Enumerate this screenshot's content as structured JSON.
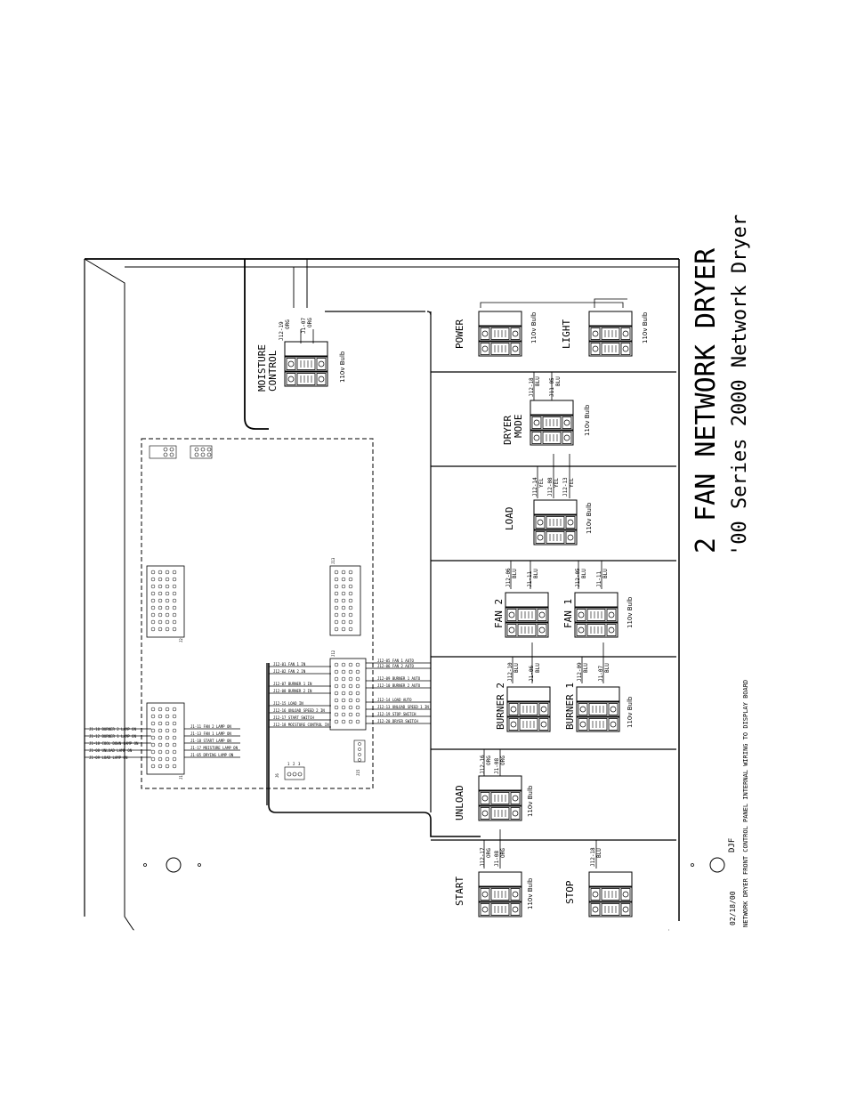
{
  "title": "2 FAN NETWORK DRYER",
  "subtitle": "'00 Series 2000 Network Dryer",
  "caption": "NETWORK DRYER FRONT CONTROL PANEL INTERNAL WIRING TO DISPLAY BOARD",
  "date": "02/18/00",
  "initials": "DJF",
  "bulb_label": "110v Bulb",
  "panels": {
    "moisture": {
      "label1": "MOISTURE",
      "label2": "CONTROL",
      "w1": "J12-19",
      "c1": "ORG",
      "w2": "J1-07",
      "c2": "ORG"
    },
    "power": {
      "label": "POWER"
    },
    "light": {
      "label": "LIGHT"
    },
    "dryer_mode": {
      "label1": "DRYER",
      "label2": "MODE",
      "w1": "J12-18",
      "c1": "BLU",
      "w2": "J11-05",
      "c2": "BLU"
    },
    "load": {
      "label": "LOAD",
      "w1": "J12-14",
      "c1": "YEL",
      "w2": "J12-08",
      "c2": "YEL",
      "w3": "J12-13",
      "c3": "YEL"
    },
    "fan2": {
      "label": "FAN 2",
      "w1": "J12-06",
      "c1": "BLU",
      "w2": "J1-11",
      "c2": "BLU"
    },
    "fan1": {
      "label": "FAN 1",
      "w1": "J12-05",
      "c1": "BLU",
      "w2": "J1-11",
      "c2": "BLU"
    },
    "burner2": {
      "label": "BURNER 2",
      "w1": "J12-10",
      "c1": "BLU",
      "w2": "J1-06",
      "c2": "BLU"
    },
    "burner1": {
      "label": "BURNER 1",
      "w1": "J12-09",
      "c1": "BLU",
      "w2": "J1-07",
      "c2": "BLU"
    },
    "unload": {
      "label": "UNLOAD",
      "w1": "J12-16",
      "c1": "ORG",
      "w2": "J1-08",
      "c2": "ORG"
    },
    "start": {
      "label": "START",
      "w1": "J12-17",
      "c1": "ORG",
      "w2": "J1-08",
      "c2": "ORG"
    },
    "stop": {
      "label": "STOP",
      "w1": "J12-18",
      "c1": "BLU"
    }
  },
  "board": {
    "j1_label": "J1",
    "j2_label": "J2",
    "j12_label": "J12",
    "j13_label": "J13",
    "j15_label": "J15",
    "j6_label": "J6",
    "j6_pins": [
      "1",
      "2",
      "3"
    ],
    "j1_wires": [
      "J1-10 BURNER 2 LAMP ON",
      "J1-12 BURNER 1 LAMP ON",
      "J1-18 COOL DOWN LAMP ON",
      "J1-08 UNLOAD LAMP ON",
      "J1-09 LOAD LAMP ON"
    ],
    "j1_wires_right": [
      "J1-11 FAN 2 LAMP ON",
      "J1-13 FAN 1 LAMP ON",
      "J1-18 START LAMP ON",
      "J1-17 MOISTURE LAMP ON",
      "J1-05 DRYING LAMP ON"
    ],
    "j12_wires_left": [
      "J12-01 FAN 1 IN",
      "J12-02 FAN 2 IN",
      "J12-07 BURNER 1 IN",
      "J12-08 BURNER 2 IN",
      "J12-15 LOAD IN",
      "J12-16 UNLOAD SPEED 2 IN",
      "J12-17 START SWITCH",
      "J12-18 MOISTURE CONTROL IN"
    ],
    "j12_wires_right": [
      "J12-05 FAN 1 AUTO",
      "J12-06 FAN 2 AUTO",
      "J12-09 BURNER 1 AUTO",
      "J12-10 BURNER 2 AUTO",
      "J12-14 LOAD AUTO",
      "J12-13 UNLOAD SPEED 1 IN",
      "J12-19 STOP SWITCH",
      "J12-20 DRYER SWITCH"
    ]
  }
}
